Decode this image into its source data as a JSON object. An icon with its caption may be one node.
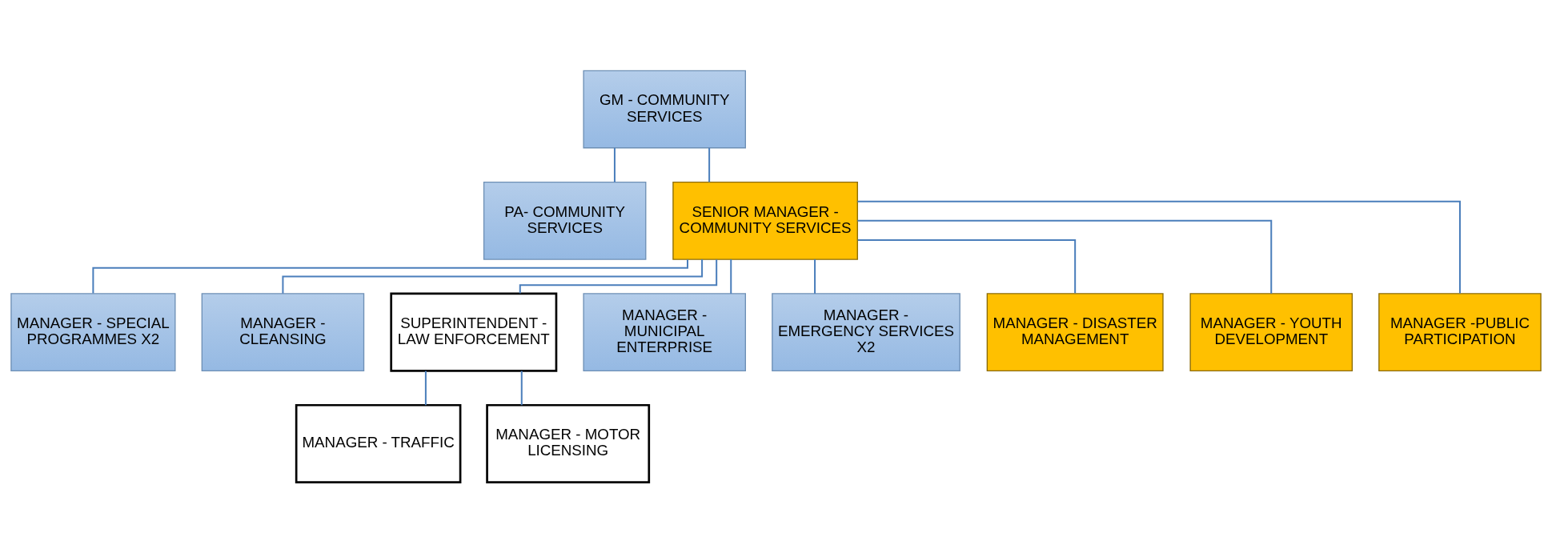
{
  "diagram": {
    "nodes": [
      {
        "text": [
          "GM - COMMUNITY SERVICES"
        ]
      },
      {
        "text": [
          "PA- COMMUNITY SERVICES"
        ]
      },
      {
        "text": [
          "SENIOR MANAGER - COMMUNITY SERVICES"
        ]
      },
      {
        "text": [
          "MANAGER - SPECIAL PROGRAMMES X2"
        ]
      },
      {
        "text": [
          "MANAGER - CLEANSING"
        ]
      },
      {
        "text": [
          "SUPERINTENDENT - LAW ENFORCEMENT"
        ]
      },
      {
        "text": [
          "MANAGER - MUNICIPAL ENTERPRISE"
        ]
      },
      {
        "text": [
          "MANAGER - EMERGENCY SERVICES X2"
        ]
      },
      {
        "text": [
          "MANAGER - DISASTER MANAGEMENT"
        ]
      },
      {
        "text": [
          "MANAGER - YOUTH DEVELOPMENT"
        ]
      },
      {
        "text": [
          "MANAGER -PUBLIC PARTICIPATION"
        ]
      },
      {
        "text": [
          "MANAGER - TRAFFIC"
        ]
      },
      {
        "text": [
          "MANAGER - MOTOR LICENSING"
        ]
      }
    ],
    "edges": [
      {
        "from": 0,
        "to": 1,
        "arrow": "none"
      },
      {
        "from": 0,
        "to": 2,
        "arrow": "none"
      },
      {
        "from": 2,
        "to": 3,
        "arrow": "none"
      },
      {
        "from": 2,
        "to": 4,
        "arrow": "none"
      },
      {
        "from": 2,
        "to": 5,
        "arrow": "none"
      },
      {
        "from": 2,
        "to": 6,
        "arrow": "none"
      },
      {
        "from": 2,
        "to": 7,
        "arrow": "none"
      },
      {
        "from": 2,
        "to": 8,
        "arrow": "none"
      },
      {
        "from": 2,
        "to": 9,
        "arrow": "none"
      },
      {
        "from": 2,
        "to": 10,
        "arrow": "none"
      },
      {
        "from": 5,
        "to": 11,
        "arrow": "none"
      },
      {
        "from": 5,
        "to": 12,
        "arrow": "none"
      }
    ]
  }
}
